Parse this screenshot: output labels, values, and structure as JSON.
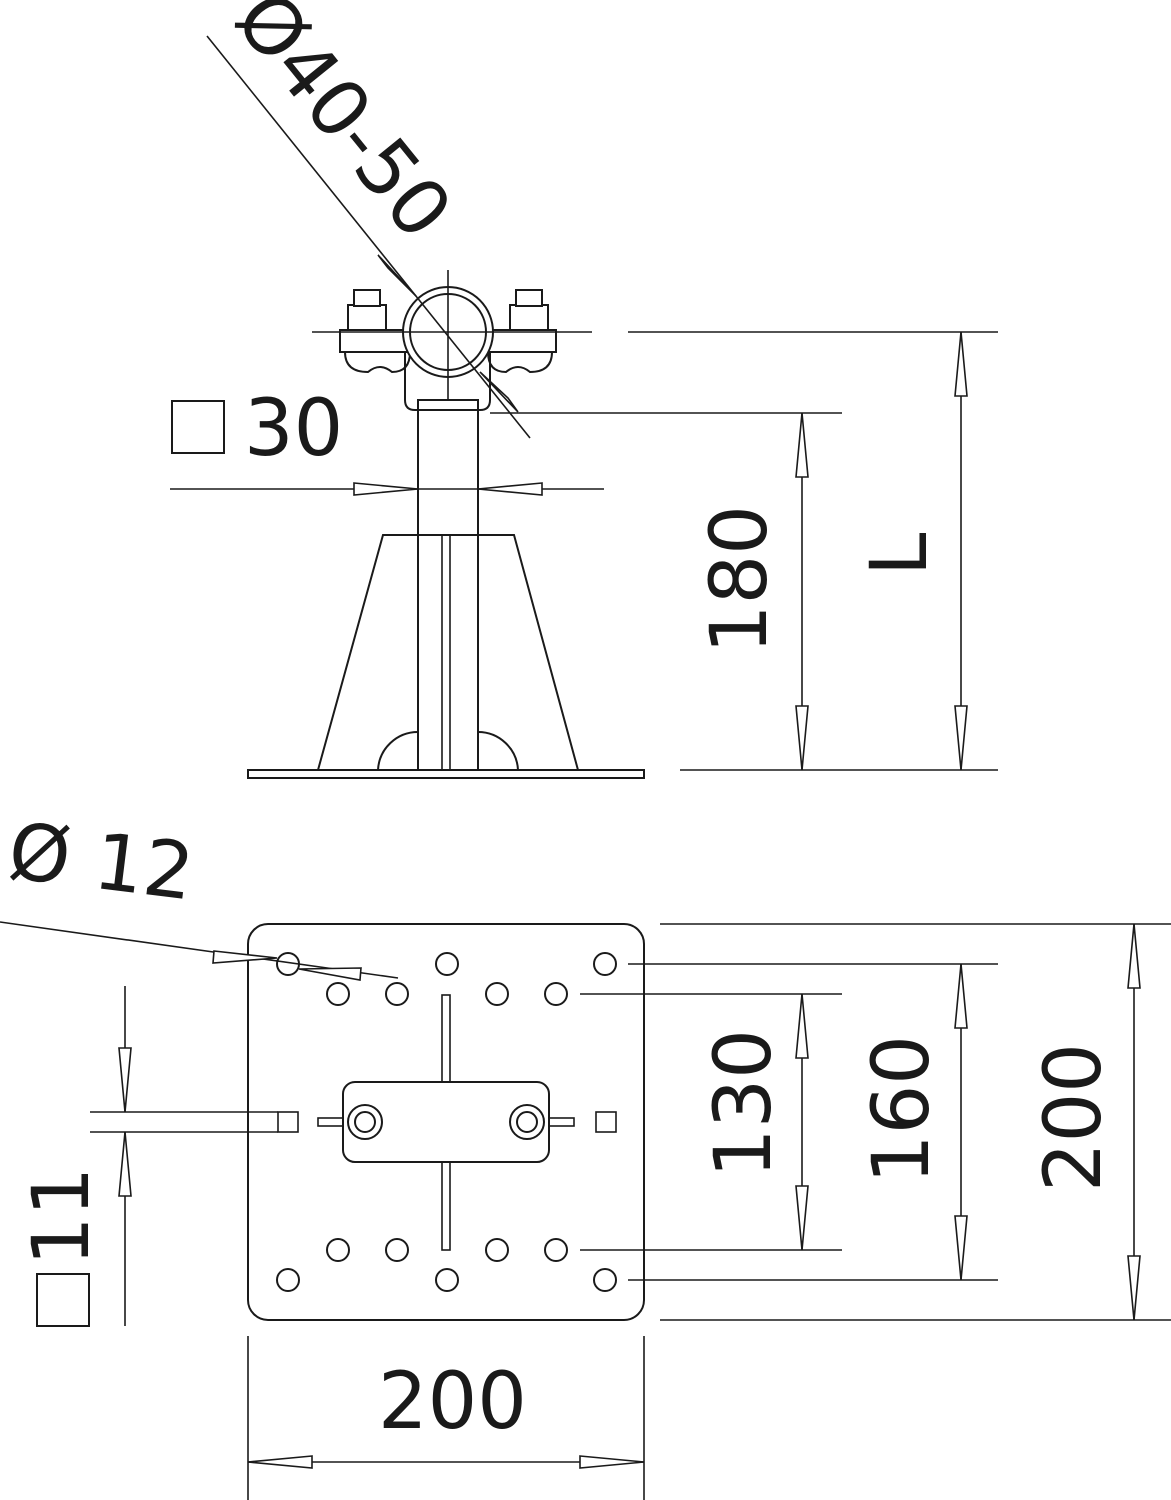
{
  "drawing": {
    "pipe_diameter_label": "Ø40-50",
    "post_section_label": "30",
    "post_height_label": "180",
    "overall_height_label": "L",
    "hole_diameter_label": "Ø 12",
    "slot_width_label": "11",
    "inner_hole_spacing_label": "130",
    "outer_hole_spacing_label": "160",
    "plate_height_label": "200",
    "plate_width_label": "200"
  }
}
